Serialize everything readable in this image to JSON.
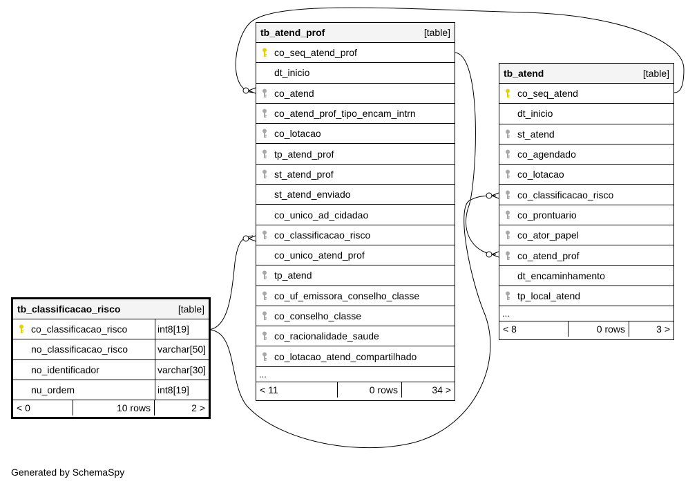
{
  "footer_text": "Generated by SchemaSpy",
  "colors": {
    "line": "#000000",
    "header_bg": "#f4f4f4",
    "primary_key": "#e6d200",
    "foreign_key": "#a8a8a8"
  },
  "tables": {
    "tb_atend_prof": {
      "name": "tb_atend_prof",
      "kind": "[table]",
      "columns": [
        {
          "name": "co_seq_atend_prof",
          "key": "primary-key-icon"
        },
        {
          "name": "dt_inicio",
          "key": ""
        },
        {
          "name": "co_atend",
          "key": "foreign-key-icon"
        },
        {
          "name": "co_atend_prof_tipo_encam_intrn",
          "key": "foreign-key-icon"
        },
        {
          "name": "co_lotacao",
          "key": "foreign-key-icon"
        },
        {
          "name": "tp_atend_prof",
          "key": "foreign-key-icon"
        },
        {
          "name": "st_atend_prof",
          "key": "foreign-key-icon"
        },
        {
          "name": "st_atend_enviado",
          "key": ""
        },
        {
          "name": "co_unico_ad_cidadao",
          "key": ""
        },
        {
          "name": "co_classificacao_risco",
          "key": "foreign-key-icon"
        },
        {
          "name": "co_unico_atend_prof",
          "key": ""
        },
        {
          "name": "tp_atend",
          "key": "foreign-key-icon"
        },
        {
          "name": "co_uf_emissora_conselho_classe",
          "key": "foreign-key-icon"
        },
        {
          "name": "co_conselho_classe",
          "key": "foreign-key-icon"
        },
        {
          "name": "co_racionalidade_saude",
          "key": "foreign-key-icon"
        },
        {
          "name": "co_lotacao_atend_compartilhado",
          "key": "foreign-key-icon"
        }
      ],
      "ellipsis": "...",
      "footer": {
        "parents": "< 11",
        "rows": "0 rows",
        "children": "34 >"
      }
    },
    "tb_atend": {
      "name": "tb_atend",
      "kind": "[table]",
      "columns": [
        {
          "name": "co_seq_atend",
          "key": "primary-key-icon"
        },
        {
          "name": "dt_inicio",
          "key": ""
        },
        {
          "name": "st_atend",
          "key": "foreign-key-icon"
        },
        {
          "name": "co_agendado",
          "key": "foreign-key-icon"
        },
        {
          "name": "co_lotacao",
          "key": "foreign-key-icon"
        },
        {
          "name": "co_classificacao_risco",
          "key": "foreign-key-icon"
        },
        {
          "name": "co_prontuario",
          "key": "foreign-key-icon"
        },
        {
          "name": "co_ator_papel",
          "key": "foreign-key-icon"
        },
        {
          "name": "co_atend_prof",
          "key": "foreign-key-icon"
        },
        {
          "name": "dt_encaminhamento",
          "key": ""
        },
        {
          "name": "tp_local_atend",
          "key": "foreign-key-icon"
        }
      ],
      "ellipsis": "...",
      "footer": {
        "parents": "< 8",
        "rows": "0 rows",
        "children": "3 >"
      }
    },
    "tb_classificacao_risco": {
      "name": "tb_classificacao_risco",
      "kind": "[table]",
      "columns": [
        {
          "name": "co_classificacao_risco",
          "type": "int8[19]",
          "key": "primary-key-icon"
        },
        {
          "name": "no_classificacao_risco",
          "type": "varchar[50]",
          "key": ""
        },
        {
          "name": "no_identificador",
          "type": "varchar[30]",
          "key": ""
        },
        {
          "name": "nu_ordem",
          "type": "int8[19]",
          "key": ""
        }
      ],
      "footer": {
        "parents": "< 0",
        "rows": "10 rows",
        "children": "2 >"
      }
    }
  }
}
